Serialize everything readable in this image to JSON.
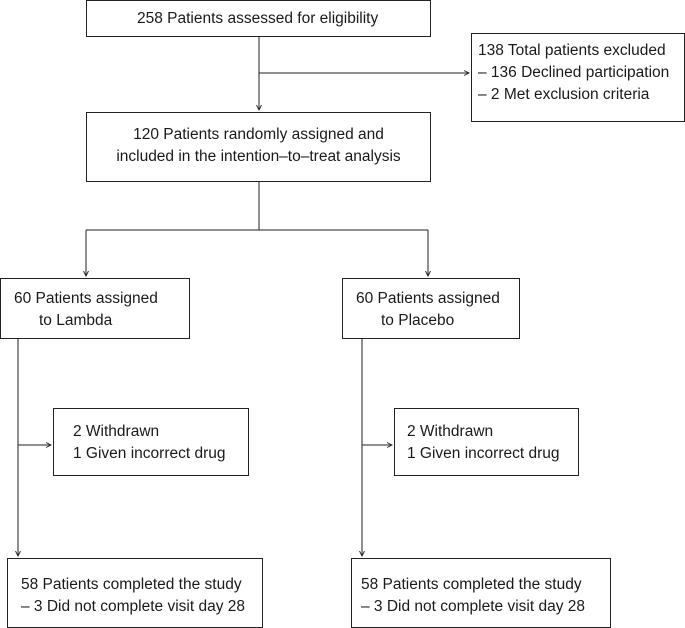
{
  "assessed": {
    "lines": [
      "258 Patients assessed for eligibility"
    ]
  },
  "excluded": {
    "lines": [
      "138 Total patients excluded",
      "– 136 Declined participation",
      "– 2 Met exclusion criteria"
    ]
  },
  "randomized": {
    "lines": [
      "120 Patients randomly assigned and",
      "included in the intention–to–treat analysis"
    ]
  },
  "lambda": {
    "assigned": {
      "lines": [
        "60 Patients assigned",
        "to Lambda"
      ]
    },
    "withdrawn": {
      "lines": [
        "2 Withdrawn",
        "1 Given incorrect drug"
      ]
    },
    "completed": {
      "lines": [
        "58 Patients completed the study",
        "– 3 Did not complete visit day 28"
      ]
    }
  },
  "placebo": {
    "assigned": {
      "lines": [
        "60 Patients assigned",
        "to Placebo"
      ]
    },
    "withdrawn": {
      "lines": [
        "2 Withdrawn",
        "1 Given incorrect drug"
      ]
    },
    "completed": {
      "lines": [
        "58 Patients completed the study",
        "– 3 Did not complete visit day 28"
      ]
    }
  },
  "colors": {
    "line": "#222222",
    "text": "#1a1a1a",
    "background": "#ffffff"
  }
}
